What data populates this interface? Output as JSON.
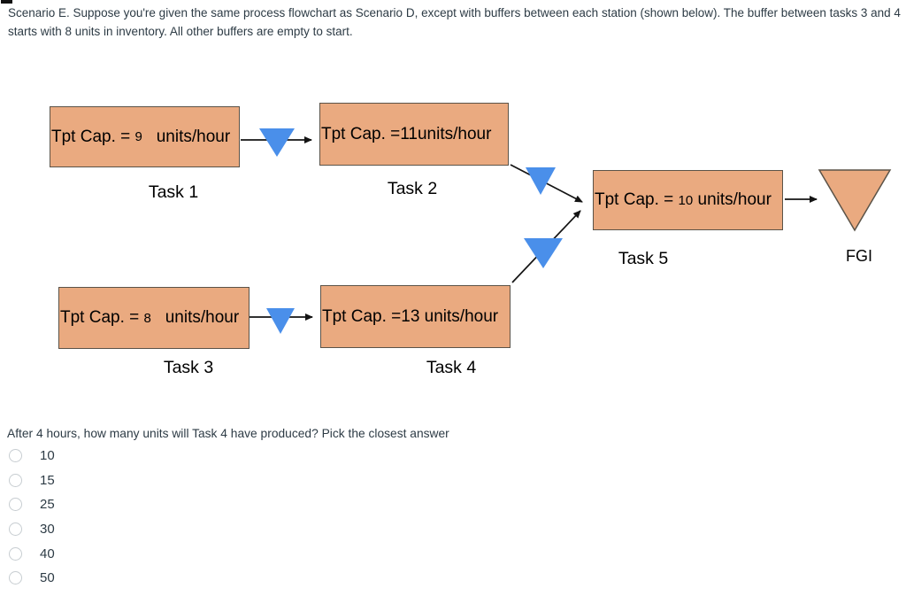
{
  "header": {
    "intro": "Scenario E. Suppose you're given the same process flowchart as Scenario D, except with buffers between each station (shown below). The buffer between tasks 3 and 4 starts with 8 units in inventory. All other buffers are empty to start."
  },
  "diagram": {
    "tasks": [
      {
        "label": "Task 1",
        "cap_prefix": "Tpt Cap. = ",
        "cap_value": "9",
        "cap_suffix": "   units/hour"
      },
      {
        "label": "Task 2",
        "cap_prefix": "Tpt Cap. =",
        "cap_value": "11",
        "cap_suffix": "units/hour"
      },
      {
        "label": "Task 3",
        "cap_prefix": "Tpt Cap. = ",
        "cap_value": "8",
        "cap_suffix": "   units/hour"
      },
      {
        "label": "Task 4",
        "cap_prefix": "Tpt Cap. =",
        "cap_value": "13",
        "cap_suffix": " units/hour"
      },
      {
        "label": "Task 5",
        "cap_prefix": "Tpt Cap. = ",
        "cap_value": "10",
        "cap_suffix": " units/hour"
      }
    ],
    "fgi_label": "FGI",
    "icons": {
      "buffer": "inventory-buffer-triangle",
      "fgi": "finished-goods-inventory-triangle",
      "arrow": "flow-arrow"
    },
    "colors": {
      "box_fill": "#EAAA80",
      "box_border": "#5B5348",
      "buffer_blue": "#4A8FEA",
      "arrow": "#141414",
      "text_dark": "#2D3B45"
    }
  },
  "question": {
    "text": "After 4 hours, how many units will Task 4 have produced? Pick the closest answer",
    "options": [
      "10",
      "15",
      "25",
      "30",
      "40",
      "50"
    ]
  }
}
